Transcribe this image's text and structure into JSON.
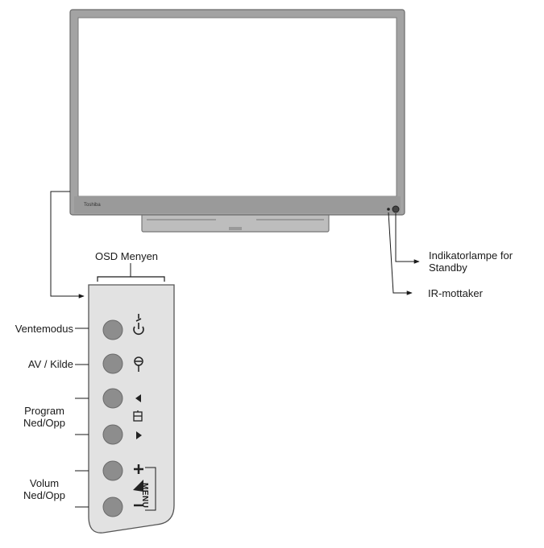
{
  "tv": {
    "brand": "Toshiba"
  },
  "labels": {
    "osd_menu": "OSD Menyen",
    "indicator_line1": "Indikatorlampe for",
    "indicator_line2": "Standby",
    "ir_receiver": "IR-mottaker",
    "standby": "Ventemodus",
    "av_source": "AV / Kilde",
    "program_line1": "Program",
    "program_line2": "Ned/Opp",
    "volume_line1": "Volum",
    "volume_line2": "Ned/Opp",
    "menu": "MENU"
  },
  "icons": {
    "power": "power-icon",
    "source": "source-input-icon",
    "prog_up": "triangle-up-icon",
    "prog": "program-icon",
    "prog_down": "triangle-down-icon",
    "vol_plus": "plus-icon",
    "vol_wedge": "volume-wedge-icon",
    "vol_minus": "minus-icon"
  },
  "colors": {
    "line": "#1a1a1a",
    "tv_frame": "#9a9a9a",
    "panel": "#e2e2e2",
    "button": "#8d8d8d"
  }
}
